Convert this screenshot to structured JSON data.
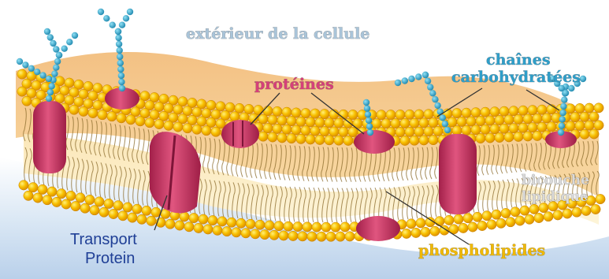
{
  "labels": {
    "exterior": "extérieur de la cellule",
    "proteins": "protéines",
    "carbohydrate_line1": "chaînes",
    "carbohydrate_line2": "carbohydratées",
    "bilayer_line1": "bicouche",
    "bilayer_line2": "lipidique",
    "transport_line1": "Transport",
    "transport_line2": "Protein",
    "phospholipids": "phospholipides"
  },
  "colors": {
    "exterior_text": "#a9c4d9",
    "protein_text": "#d63f7a",
    "carbohydrate_text": "#2f9ec9",
    "bilayer_text": "#d9d9d9",
    "transport_text": "#1f3f96",
    "phospholipid_text": "#f0b800",
    "head_fill": "#f6b400",
    "head_highlight": "#ffe36a",
    "protein_fill": "#c8305e",
    "membrane_top": "#f7c98a",
    "membrane_core": "#fbeec7",
    "carbohydrate_bead": "#2aa1c8",
    "shadow": "#bcd3ea"
  }
}
